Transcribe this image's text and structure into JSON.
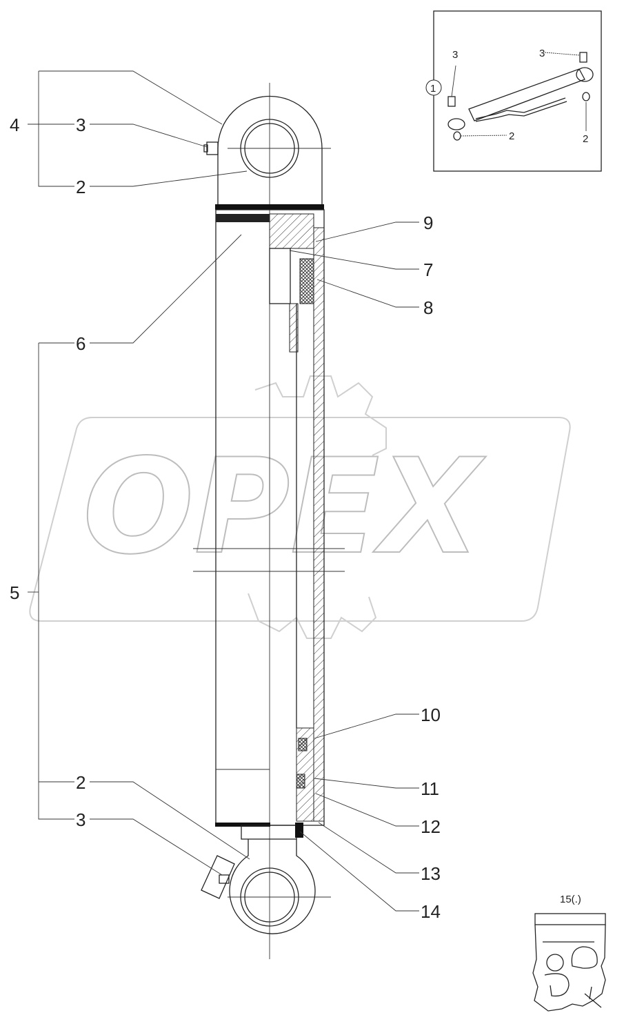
{
  "watermark": "OPEX",
  "callouts": {
    "c4": "4",
    "c3_top": "3",
    "c2_top": "2",
    "c6": "6",
    "c5": "5",
    "c9": "9",
    "c7": "7",
    "c8": "8",
    "c10": "10",
    "c11": "11",
    "c12": "12",
    "c13": "13",
    "c14": "14",
    "c2_bottom": "2",
    "c3_bottom": "3"
  },
  "inset": {
    "assembly_label": "1",
    "label_3_left": "3",
    "label_3_right": "3",
    "label_2_left": "2",
    "label_2_right": "2"
  },
  "kit": {
    "label": "15(.)"
  }
}
